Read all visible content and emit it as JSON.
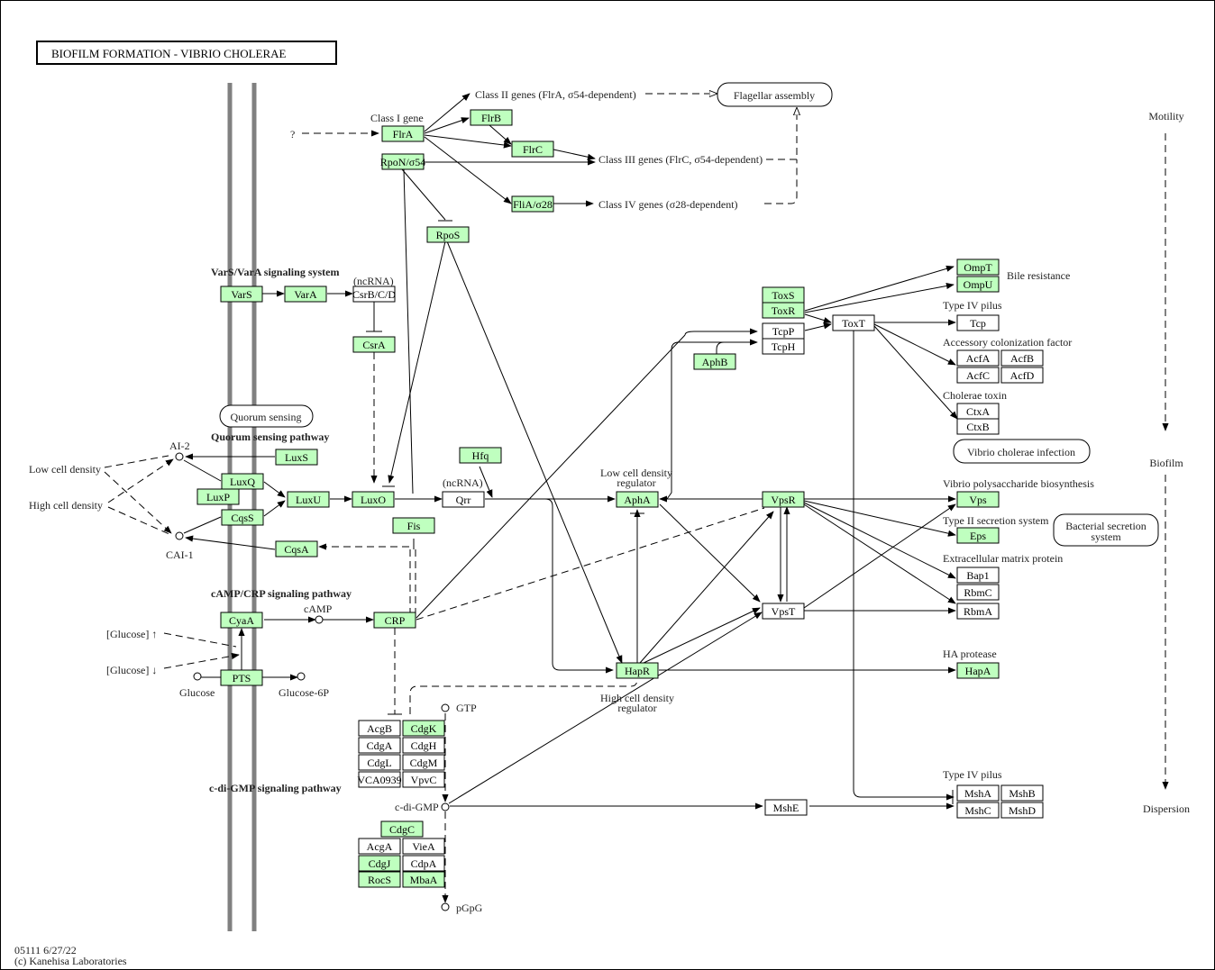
{
  "title": "BIOFILM FORMATION - VIBRIO CHOLERAE",
  "footer": {
    "id_date": "05111 6/27/22",
    "copyright": "(c) Kanehisa Laboratories"
  },
  "section_titles": {
    "varsvara": "VarS/VarA signaling system",
    "quorum": "Quorum sensing pathway",
    "camp": "cAMP/CRP signaling pathway",
    "cdigmp": "c-di-GMP signaling pathway"
  },
  "maps": {
    "flagellar": "Flagellar assembly",
    "quorum": "Quorum sensing",
    "infection": "Vibrio cholerae infection",
    "secretion_1": "Bacterial secretion",
    "secretion_2": "system"
  },
  "phenotypes": {
    "motility": "Motility",
    "biofilm": "Biofilm",
    "dispersion": "Dispersion"
  },
  "labels": {
    "question": "?",
    "class1": "Class I gene",
    "class2": "Class II genes (FlrA, σ54-dependent)",
    "class3": "Class III genes (FlrC, σ54-dependent)",
    "class4": "Class IV genes (σ28-dependent)",
    "ncrna1": "(ncRNA)",
    "ncrna2": "(ncRNA)",
    "ai2": "AI-2",
    "cai1": "CAI-1",
    "low_density": "Low cell density",
    "high_density": "High cell density",
    "camp": "cAMP",
    "glucose_up": "[Glucose] ↑",
    "glucose_down": "[Glucose] ↓",
    "glucose": "Glucose",
    "glucose6p": "Glucose-6P",
    "low_reg_1": "Low cell density",
    "low_reg_2": "regulator",
    "high_reg_1": "High cell density",
    "high_reg_2": "regulator",
    "gtp": "GTP",
    "cdigmp": "c-di-GMP",
    "pgpg": "pGpG",
    "bile": "Bile resistance",
    "t4p1": "Type IV pilus",
    "acf": "Accessory colonization factor",
    "ctx": "Cholerae toxin",
    "vps_bio": "Vibrio polysaccharide biosynthesis",
    "t2ss": "Type II secretion system",
    "ecm": "Extracellular matrix protein",
    "ha": "HA protease",
    "t4p2": "Type IV pilus"
  },
  "genes": {
    "FlrA": {
      "label": "FlrA",
      "color": "green"
    },
    "FlrB": {
      "label": "FlrB",
      "color": "green"
    },
    "FlrC": {
      "label": "FlrC",
      "color": "green"
    },
    "RpoN": {
      "label": "RpoN/σ54",
      "color": "green"
    },
    "FliA": {
      "label": "FliA/σ28",
      "color": "green"
    },
    "RpoS": {
      "label": "RpoS",
      "color": "green"
    },
    "VarS": {
      "label": "VarS",
      "color": "green"
    },
    "VarA": {
      "label": "VarA",
      "color": "green"
    },
    "CsrBCD": {
      "label": "CsrB/C/D",
      "color": "white"
    },
    "CsrA": {
      "label": "CsrA",
      "color": "green"
    },
    "LuxS": {
      "label": "LuxS",
      "color": "green"
    },
    "LuxQ": {
      "label": "LuxQ",
      "color": "green"
    },
    "LuxP": {
      "label": "LuxP",
      "color": "green"
    },
    "CqsS": {
      "label": "CqsS",
      "color": "green"
    },
    "LuxU": {
      "label": "LuxU",
      "color": "green"
    },
    "LuxO": {
      "label": "LuxO",
      "color": "green"
    },
    "CqsA": {
      "label": "CqsA",
      "color": "green"
    },
    "Fis": {
      "label": "Fis",
      "color": "green"
    },
    "Hfq": {
      "label": "Hfq",
      "color": "green"
    },
    "Qrr": {
      "label": "Qrr",
      "color": "white"
    },
    "CyaA": {
      "label": "CyaA",
      "color": "green"
    },
    "PTS": {
      "label": "PTS",
      "color": "green"
    },
    "CRP": {
      "label": "CRP",
      "color": "green"
    },
    "AphA": {
      "label": "AphA",
      "color": "green"
    },
    "HapR": {
      "label": "HapR",
      "color": "green"
    },
    "VpsR": {
      "label": "VpsR",
      "color": "green"
    },
    "VpsT": {
      "label": "VpsT",
      "color": "white"
    },
    "ToxS": {
      "label": "ToxS",
      "color": "green"
    },
    "ToxR": {
      "label": "ToxR",
      "color": "green"
    },
    "TcpP": {
      "label": "TcpP",
      "color": "white"
    },
    "TcpH": {
      "label": "TcpH",
      "color": "white"
    },
    "AphB": {
      "label": "AphB",
      "color": "green"
    },
    "ToxT": {
      "label": "ToxT",
      "color": "white"
    },
    "OmpT": {
      "label": "OmpT",
      "color": "green"
    },
    "OmpU": {
      "label": "OmpU",
      "color": "green"
    },
    "Tcp": {
      "label": "Tcp",
      "color": "white"
    },
    "AcfA": {
      "label": "AcfA",
      "color": "white"
    },
    "AcfB": {
      "label": "AcfB",
      "color": "white"
    },
    "AcfC": {
      "label": "AcfC",
      "color": "white"
    },
    "AcfD": {
      "label": "AcfD",
      "color": "white"
    },
    "CtxA": {
      "label": "CtxA",
      "color": "white"
    },
    "CtxB": {
      "label": "CtxB",
      "color": "white"
    },
    "Vps": {
      "label": "Vps",
      "color": "green"
    },
    "Eps": {
      "label": "Eps",
      "color": "green"
    },
    "Bap1": {
      "label": "Bap1",
      "color": "white"
    },
    "RbmC": {
      "label": "RbmC",
      "color": "white"
    },
    "RbmA": {
      "label": "RbmA",
      "color": "white"
    },
    "HapA": {
      "label": "HapA",
      "color": "green"
    },
    "AcgB": {
      "label": "AcgB",
      "color": "white"
    },
    "CdgK": {
      "label": "CdgK",
      "color": "green"
    },
    "CdgA": {
      "label": "CdgA",
      "color": "white"
    },
    "CdgH": {
      "label": "CdgH",
      "color": "white"
    },
    "CdgL": {
      "label": "CdgL",
      "color": "white"
    },
    "CdgM": {
      "label": "CdgM",
      "color": "white"
    },
    "VCA0939": {
      "label": "VCA0939",
      "color": "white"
    },
    "VpvC": {
      "label": "VpvC",
      "color": "white"
    },
    "CdgC": {
      "label": "CdgC",
      "color": "green"
    },
    "AcgA": {
      "label": "AcgA",
      "color": "white"
    },
    "VieA": {
      "label": "VieA",
      "color": "white"
    },
    "CdgJ": {
      "label": "CdgJ",
      "color": "green"
    },
    "CdpA": {
      "label": "CdpA",
      "color": "white"
    },
    "RocS": {
      "label": "RocS",
      "color": "green"
    },
    "MbaA": {
      "label": "MbaA",
      "color": "green"
    },
    "MshE": {
      "label": "MshE",
      "color": "white"
    },
    "MshA": {
      "label": "MshA",
      "color": "white"
    },
    "MshB": {
      "label": "MshB",
      "color": "white"
    },
    "MshC": {
      "label": "MshC",
      "color": "white"
    },
    "MshD": {
      "label": "MshD",
      "color": "white"
    }
  },
  "colors": {
    "gene_fill": "#bfffbf",
    "membrane": "#808080"
  }
}
